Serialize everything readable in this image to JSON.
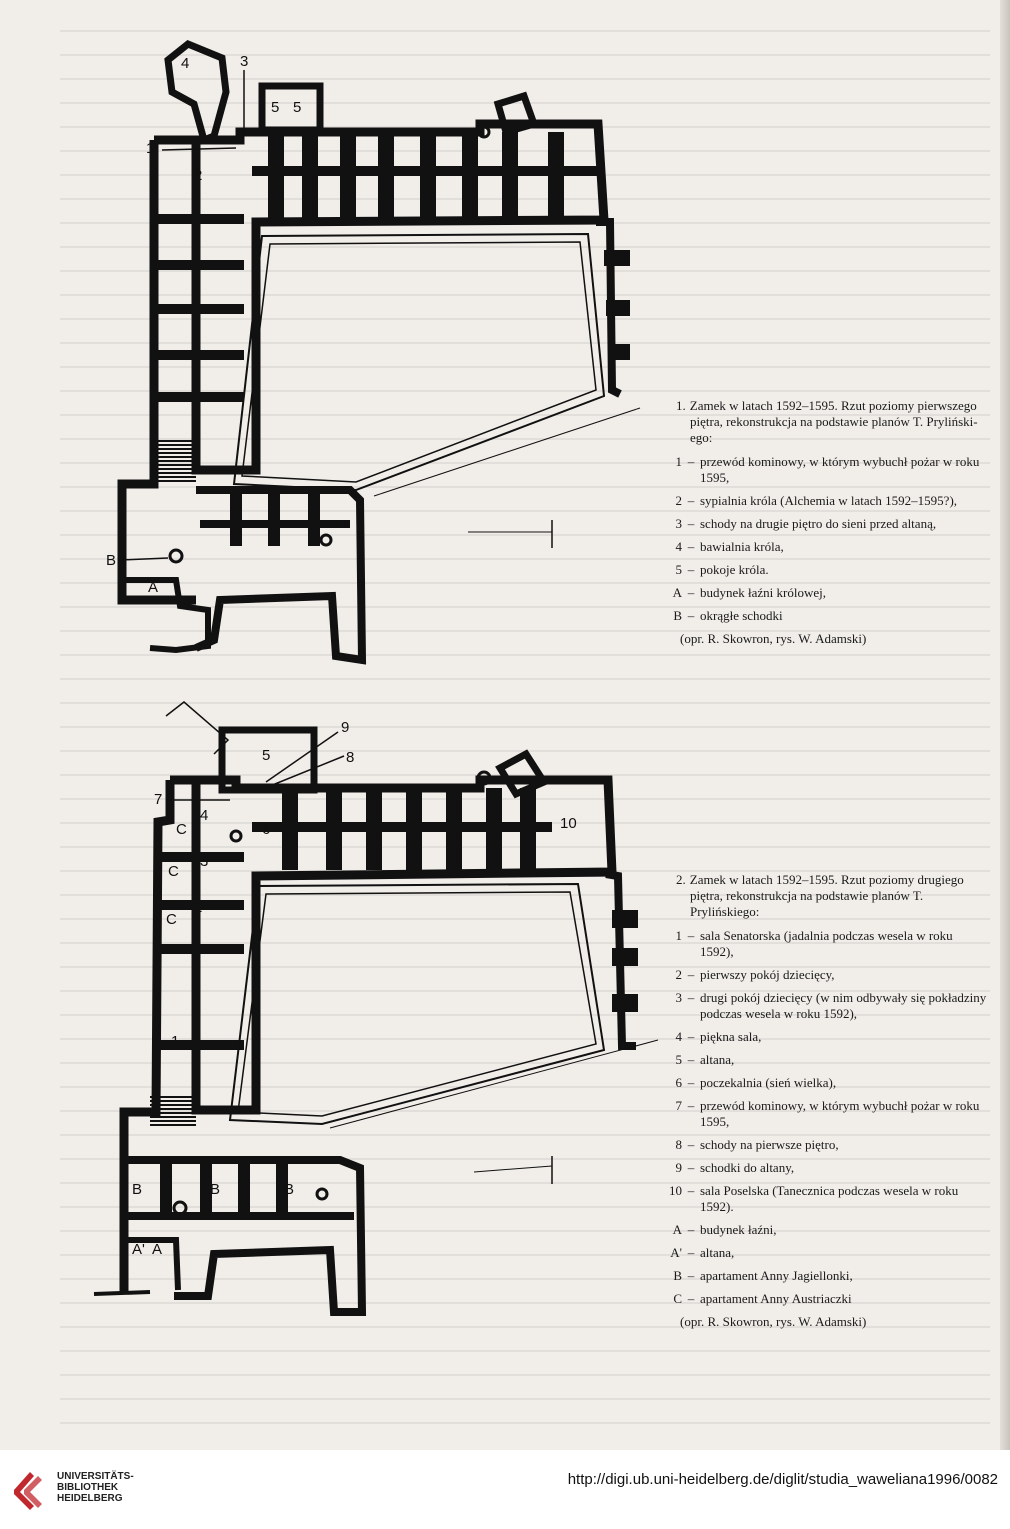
{
  "plan1": {
    "labels": {
      "l4": "4",
      "l3": "3",
      "l5a": "5",
      "l5b": "5",
      "l1": "1",
      "l2": "2",
      "lB": "B",
      "lA": "A"
    }
  },
  "plan2": {
    "labels": {
      "l9": "9",
      "l5": "5",
      "l8": "8",
      "l7": "7",
      "l4": "4",
      "lC1": "C",
      "l6": "6",
      "l10": "10",
      "l3": "3",
      "lC2": "C",
      "l2": "2",
      "lC3": "C",
      "l1": "1",
      "lB1": "B",
      "lB2": "B",
      "lB3": "B",
      "lA2": "A'",
      "lA": "A"
    }
  },
  "caption1": {
    "num": "1.",
    "title": "Zamek w latach 1592–1595. Rzut poziomy pierwszego piętra, rekonstrukcja na podstawie planów T. Pryliński­ego:",
    "items": [
      {
        "key": "1",
        "text": "przewód kominowy, w którym wybuchł pożar w roku 1595,"
      },
      {
        "key": "2",
        "text": "sypialnia króla (Alchemia w latach 1592–1595?),"
      },
      {
        "key": "3",
        "text": "schody na drugie piętro do sieni przed altaną,"
      },
      {
        "key": "4",
        "text": "bawialnia króla,"
      },
      {
        "key": "5",
        "text": "pokoje króla."
      },
      {
        "key": "A",
        "text": "budynek łaźni królowej,"
      },
      {
        "key": "B",
        "text": "okrągłe schodki"
      }
    ],
    "credit": "(opr. R. Skowron, rys. W. Adamski)"
  },
  "caption2": {
    "num": "2.",
    "title": "Zamek w latach 1592–1595. Rzut poziomy drugiego piętra, rekonstrukcja na podstawie planów T. Prylińskiego:",
    "items": [
      {
        "key": "1",
        "text": "sala Senatorska (jadalnia podczas wesela w roku 1592),"
      },
      {
        "key": "2",
        "text": "pierwszy pokój dziecięcy,"
      },
      {
        "key": "3",
        "text": "drugi pokój dziecięcy (w nim odbywały się pokładziny podczas wesela w roku 1592),"
      },
      {
        "key": "4",
        "text": "piękna sala,"
      },
      {
        "key": "5",
        "text": "altana,"
      },
      {
        "key": "6",
        "text": "poczekalnia (sień wielka),"
      },
      {
        "key": "7",
        "text": "przewód kominowy, w którym wybuchł pożar w roku 1595,"
      },
      {
        "key": "8",
        "text": "schody na pierwsze piętro,"
      },
      {
        "key": "9",
        "text": "schodki do altany,"
      },
      {
        "key": "10",
        "text": "sala Poselska (Tanecznica podczas wesela w roku 1592)."
      },
      {
        "key": "A",
        "text": "budynek łaźni,"
      },
      {
        "key": "A'",
        "text": "altana,"
      },
      {
        "key": "B",
        "text": "apartament Anny Jagiellonki,"
      },
      {
        "key": "C",
        "text": "apartament Anny Austriaczki"
      }
    ],
    "credit": "(opr. R. Skowron, rys. W. Adamski)"
  },
  "footer": {
    "logo_lines": [
      "UNIVERSITÄTS-",
      "BIBLIOTHEK",
      "HEIDELBERG"
    ],
    "url": "http://digi.ub.uni-heidelberg.de/diglit/studia_waweliana1996/0082"
  },
  "colors": {
    "paper": "#f1eeea",
    "ink": "#111111",
    "logo_red": "#c0282d"
  }
}
